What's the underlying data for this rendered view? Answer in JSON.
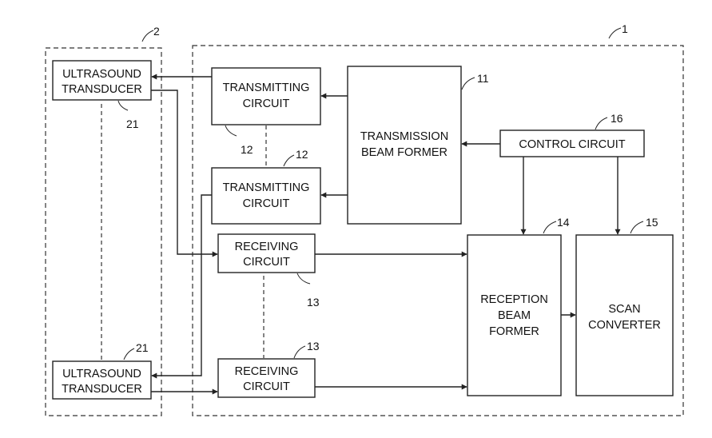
{
  "groups": {
    "probe": {
      "ref": "2"
    },
    "main": {
      "ref": "1"
    }
  },
  "blocks": {
    "transducer_top": {
      "lines": [
        "ULTRASOUND",
        "TRANSDUCER"
      ],
      "ref": "21"
    },
    "transducer_bottom": {
      "lines": [
        "ULTRASOUND",
        "TRANSDUCER"
      ],
      "ref": "21"
    },
    "tx_circuit_1": {
      "lines": [
        "TRANSMITTING",
        "CIRCUIT"
      ],
      "ref": "12"
    },
    "tx_circuit_2": {
      "lines": [
        "TRANSMITTING",
        "CIRCUIT"
      ],
      "ref": "12"
    },
    "tx_beamformer": {
      "lines": [
        "TRANSMISSION",
        "BEAM FORMER"
      ],
      "ref": "11"
    },
    "control": {
      "lines": [
        "CONTROL CIRCUIT"
      ],
      "ref": "16"
    },
    "rx_circuit_1": {
      "lines": [
        "RECEIVING",
        "CIRCUIT"
      ],
      "ref": "13"
    },
    "rx_circuit_2": {
      "lines": [
        "RECEIVING",
        "CIRCUIT"
      ],
      "ref": "13"
    },
    "rx_beamformer": {
      "lines": [
        "RECEPTION",
        "BEAM",
        "FORMER"
      ],
      "ref": "14"
    },
    "scan_converter": {
      "lines": [
        "SCAN",
        "CONVERTER"
      ],
      "ref": "15"
    }
  }
}
